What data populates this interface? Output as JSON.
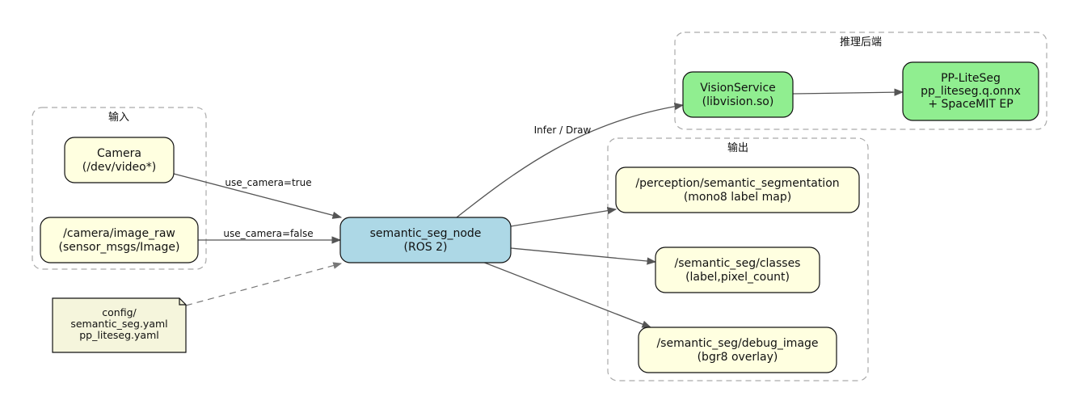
{
  "clusters": {
    "input": {
      "label": "输入"
    },
    "backend": {
      "label": "推理后端"
    },
    "output": {
      "label": "输出"
    }
  },
  "nodes": {
    "camera": {
      "line1": "Camera",
      "line2": "(/dev/video*)"
    },
    "image_raw": {
      "line1": "/camera/image_raw",
      "line2": "(sensor_msgs/Image)"
    },
    "config": {
      "line1": "config/",
      "line2": "semantic_seg.yaml",
      "line3": "pp_liteseg.yaml"
    },
    "seg_node": {
      "line1": "semantic_seg_node",
      "line2": "(ROS 2)"
    },
    "vision_service": {
      "line1": "VisionService",
      "line2": "(libvision.so)"
    },
    "model": {
      "line1": "PP-LiteSeg",
      "line2": "pp_liteseg.q.onnx",
      "line3": "+ SpaceMIT EP"
    },
    "out_semantic": {
      "line1": "/perception/semantic_segmentation",
      "line2": "(mono8 label map)"
    },
    "out_classes": {
      "line1": "/semantic_seg/classes",
      "line2": "(label,pixel_count)"
    },
    "out_debug": {
      "line1": "/semantic_seg/debug_image",
      "line2": "(bgr8 overlay)"
    }
  },
  "edges": {
    "camera_to_node": "use_camera=true",
    "raw_to_node": "use_camera=false",
    "node_to_vision": "Infer / Draw"
  },
  "colors": {
    "yellow_fill": "#ffffe0",
    "blue_fill": "#add8e6",
    "green_fill": "#90ee90",
    "note_fill": "#f5f5dc",
    "edge": "#555555",
    "cluster_border": "#aaaaaa"
  }
}
